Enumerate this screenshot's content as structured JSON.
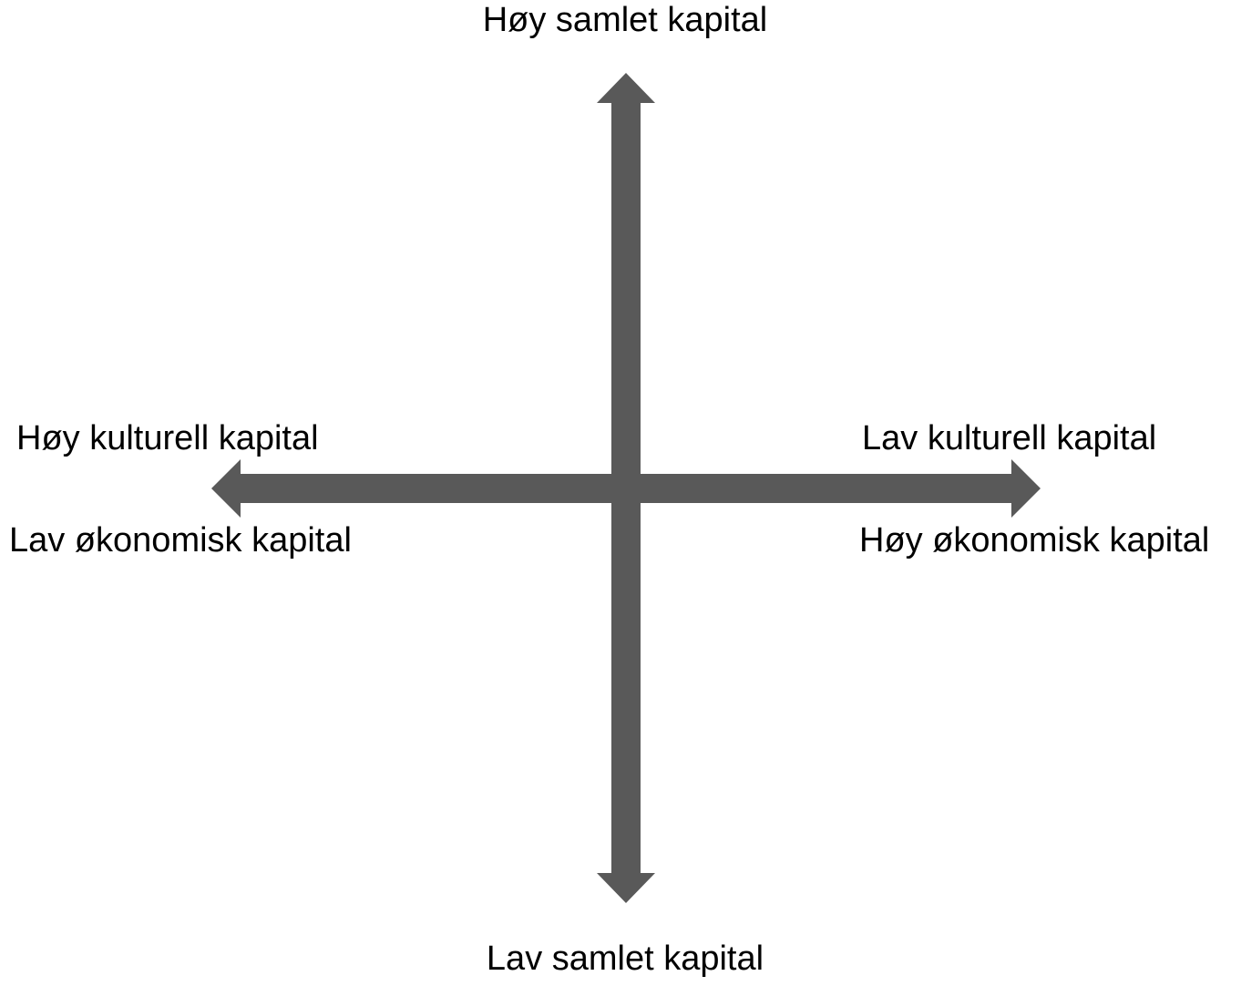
{
  "colors": {
    "arrow": "#595959",
    "background": "#ffffff",
    "text": "#000000"
  },
  "axes": {
    "vertical": {
      "top_label": "Høy samlet kapital",
      "bottom_label": "Lav samlet kapital"
    },
    "horizontal": {
      "left_upper_label": "Høy kulturell kapital",
      "left_lower_label": "Lav økonomisk kapital",
      "right_upper_label": "Lav kulturell kapital",
      "right_lower_label": "Høy økonomisk kapital"
    }
  }
}
